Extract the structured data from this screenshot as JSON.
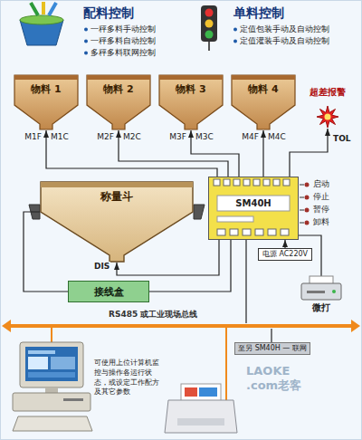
{
  "diagram": {
    "nodes": [
      {
        "text": [
          "物料 1"
        ]
      },
      {
        "text": [
          "物料 2"
        ]
      },
      {
        "text": [
          "物料 3"
        ]
      },
      {
        "text": [
          "物料 4"
        ]
      },
      {
        "text": [
          "超差报警"
        ]
      },
      {
        "text": [
          "称量斗"
        ]
      },
      {
        "text": [
          "SM40H"
        ]
      },
      {
        "text": [
          "电源 AC220V"
        ]
      },
      {
        "text": [
          "接线盒"
        ]
      },
      {
        "text": [
          "微打"
        ]
      },
      {
        "text": [
          "RS485 或工业现场总线"
        ]
      },
      {
        "text": [
          "至另 SM40H — 联网"
        ]
      }
    ],
    "edges": [
      {
        "from": 6,
        "to": 0,
        "arrow": "to"
      },
      {
        "from": 6,
        "to": 1,
        "arrow": "to"
      },
      {
        "from": 6,
        "to": 2,
        "arrow": "to"
      },
      {
        "from": 6,
        "to": 3,
        "arrow": "to"
      },
      {
        "from": 6,
        "to": 4,
        "arrow": "to",
        "label": "TOL"
      },
      {
        "from": 6,
        "to": 5,
        "arrow": "to",
        "label": "DIS"
      },
      {
        "from": 5,
        "to": 8,
        "arrow": "none"
      },
      {
        "from": 8,
        "to": 6,
        "arrow": "none"
      },
      {
        "from": 7,
        "to": 6,
        "arrow": "to"
      },
      {
        "from": 6,
        "to": 9,
        "arrow": "none"
      },
      {
        "from": 6,
        "to": 10,
        "arrow": "none"
      },
      {
        "from": 10,
        "to": 11,
        "arrow": "none"
      }
    ],
    "labels": [
      "配料控制",
      "一秤多料手动控制",
      "一秤多料自动控制",
      "多秤多料联网控制",
      "单料控制",
      "定值包装手动及自动控制",
      "定值灌装手动及自动控制",
      "M1F",
      "M1C",
      "M2F",
      "M2C",
      "M3F",
      "M3C",
      "M4F",
      "M4C",
      "启动",
      "停止",
      "暂停",
      "卸料",
      "可使用上位计算机监控与操作各运行状态，或设定工作配方及其它参数",
      "LAOKE .com老客"
    ]
  }
}
